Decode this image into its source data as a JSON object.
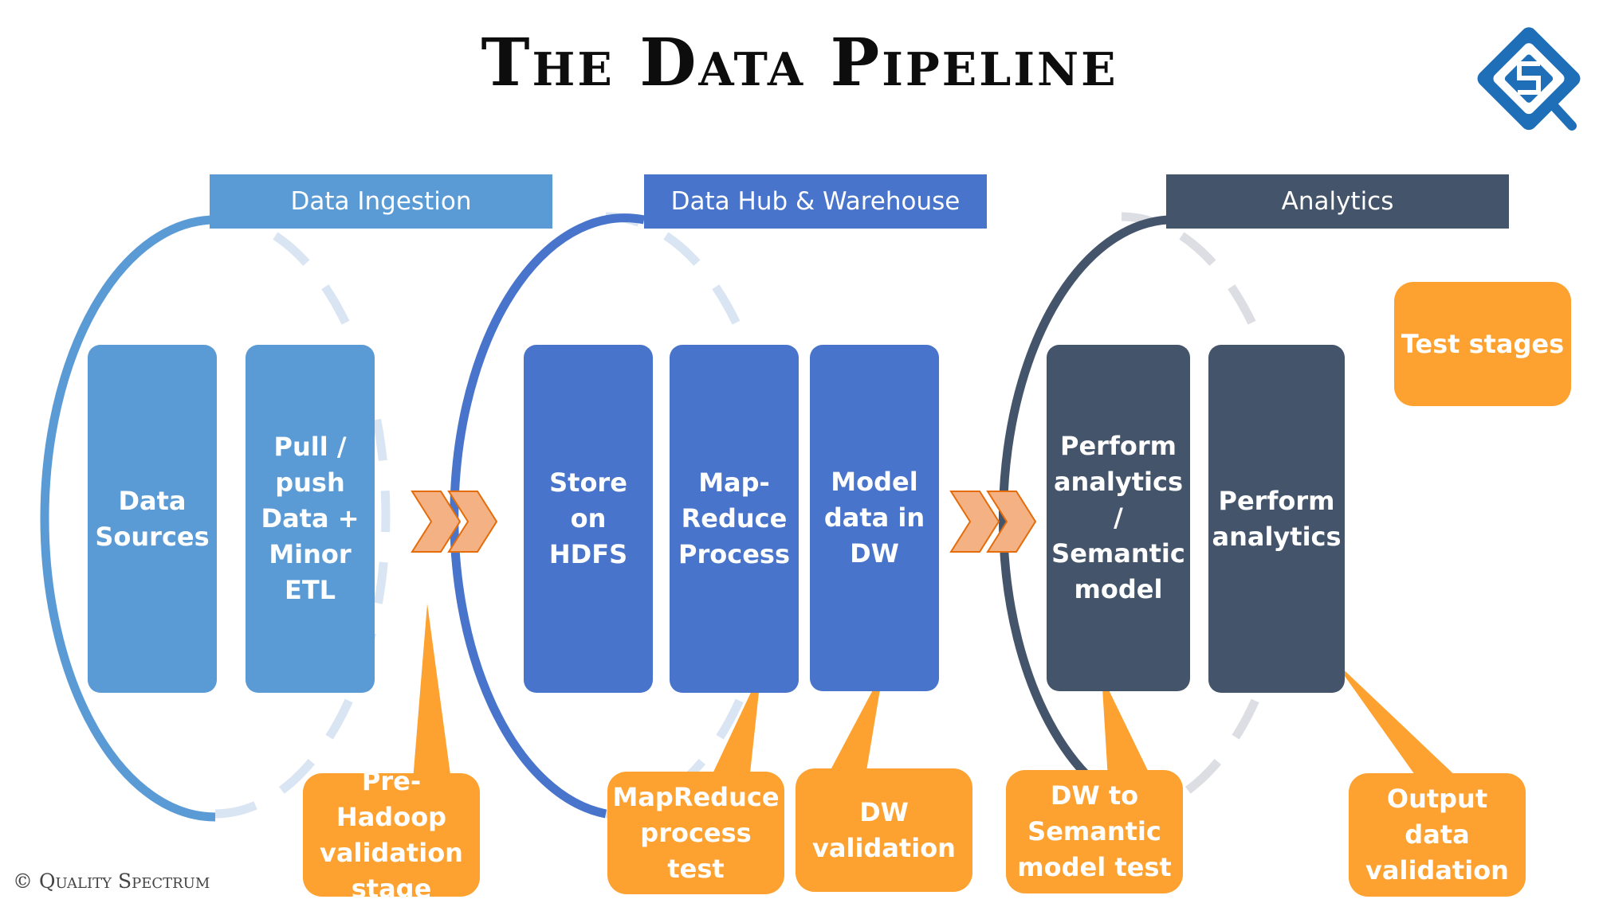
{
  "title": "The Data Pipeline",
  "footer": "© Quality Spectrum",
  "colors": {
    "light_blue": "#5B9BD5",
    "mid_blue": "#4874CB",
    "slate": "#44546A",
    "orange": "#FDA230",
    "chevron": "#F4B183",
    "chevron_outline": "#E46C0A"
  },
  "sections": {
    "ingestion": "Data Ingestion",
    "hub": "Data Hub & Warehouse",
    "analytics": "Analytics"
  },
  "stages": {
    "data_sources": "Data Sources",
    "pull_push": "Pull / push Data + Minor ETL",
    "store_hdfs": "Store on HDFS",
    "map_reduce": "Map-Reduce Process",
    "model_dw": "Model data in DW",
    "perform_semantic": "Perform analytics / Semantic model",
    "perform_analytics": "Perform analytics"
  },
  "tests": {
    "legend": "Test stages",
    "pre_hadoop": "Pre-Hadoop validation stage",
    "mapreduce_test": "MapReduce process test",
    "dw_validation": "DW validation",
    "dw_semantic": "DW to Semantic model test",
    "output_validation": "Output data validation"
  },
  "logo_icon": "quality-spectrum-logo"
}
